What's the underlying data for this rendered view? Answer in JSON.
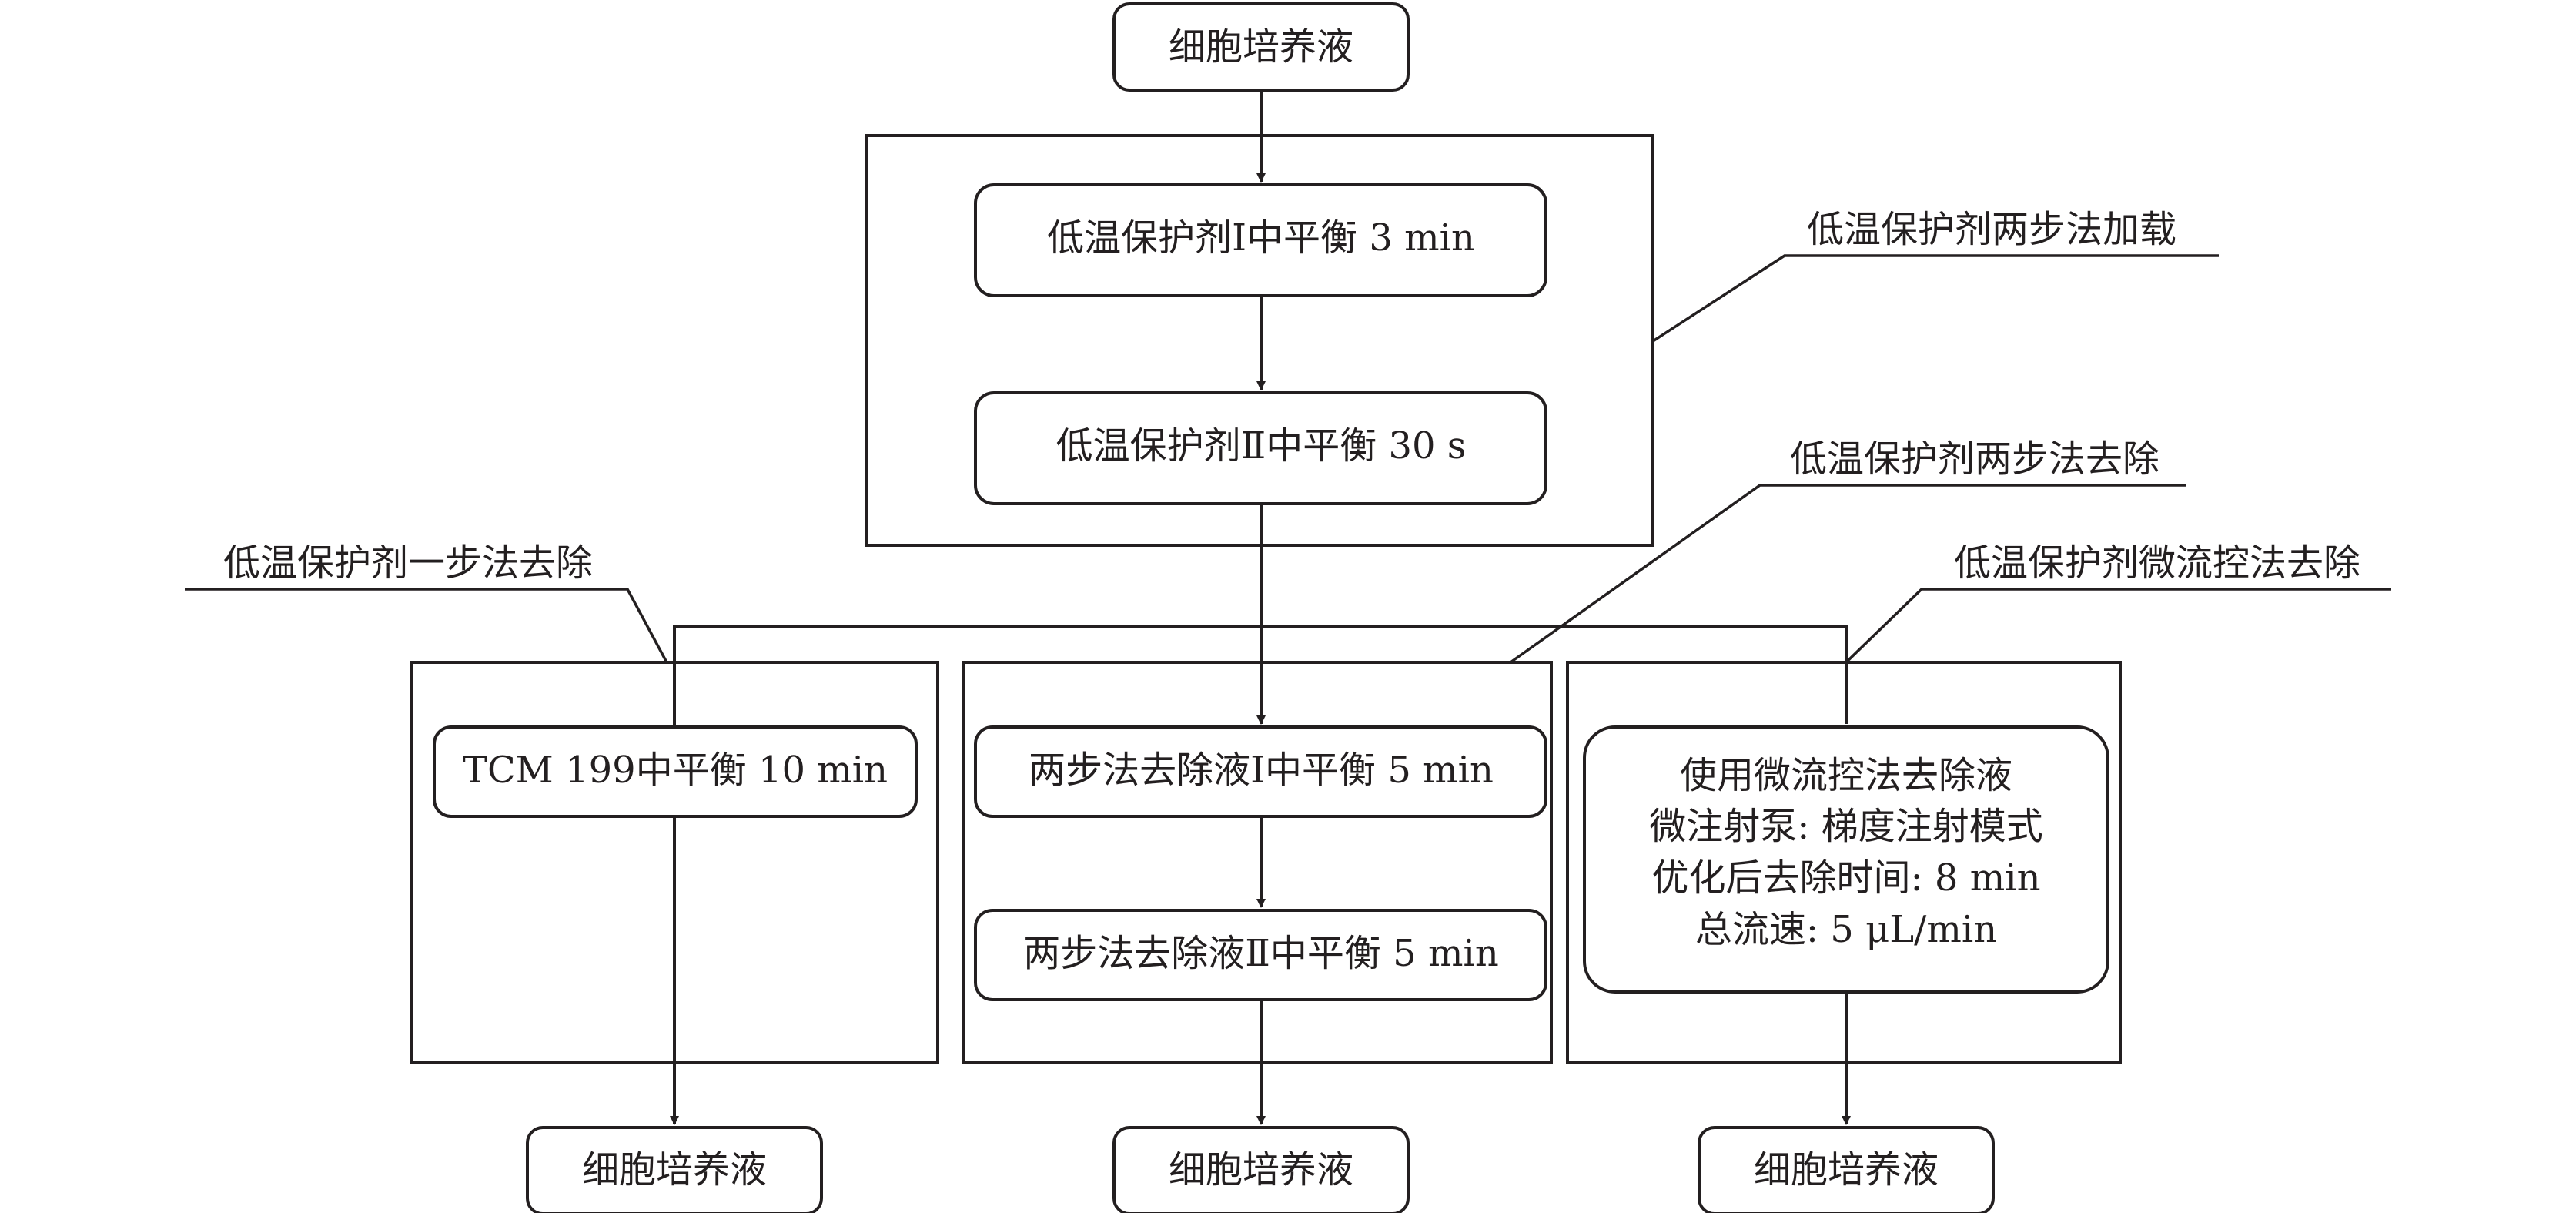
{
  "diagram": {
    "nodes": {
      "medium_top": "细胞培养液",
      "cpa1_equilibrium": "低温保护剂Ⅰ中平衡 3 min",
      "cpa2_equilibrium": "低温保护剂Ⅱ中平衡 30 s",
      "tcm199": "TCM 199中平衡 10 min",
      "removal1": "两步法去除液Ⅰ中平衡 5 min",
      "removal2": "两步法去除液Ⅱ中平衡 5 min",
      "microfluidic": [
        "使用微流控法去除液",
        "微注射泵: 梯度注射模式",
        "优化后去除时间: 8 min",
        "总流速: 5 μL/min"
      ],
      "medium_left": "细胞培养液",
      "medium_center": "细胞培养液",
      "medium_right": "细胞培养液"
    },
    "labels": {
      "two_step_loading": "低温保护剂两步法加载",
      "two_step_removal": "低温保护剂两步法去除",
      "one_step_removal": "低温保护剂一步法去除",
      "microfluidic_removal": "低温保护剂微流控法去除"
    }
  }
}
